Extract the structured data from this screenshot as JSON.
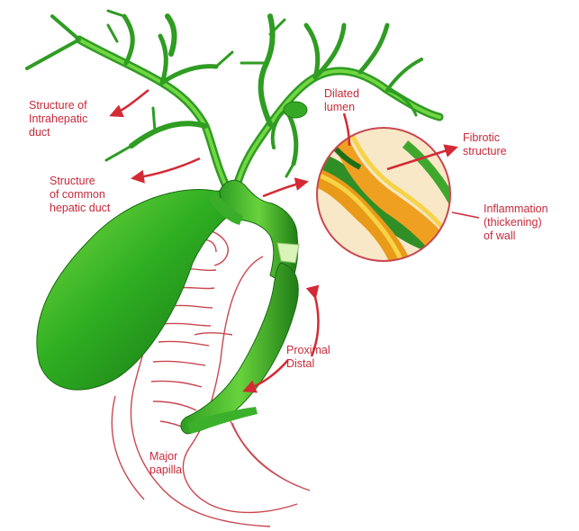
{
  "labels": {
    "intrahepatic": [
      "Structure of",
      "Intrahepatic",
      "duct"
    ],
    "common_hepatic": [
      "Structure",
      "of common",
      "hepatic duct"
    ],
    "dilated_lumen": [
      "Dilated",
      "lumen"
    ],
    "fibrotic": [
      "Fibrotic",
      "structure"
    ],
    "inflammation": [
      "Inflammation",
      "(thickening)",
      "of wall"
    ],
    "proximal_distal": [
      "Proximal",
      "Distal"
    ],
    "major_papilla": [
      "Major",
      "papilla"
    ]
  },
  "colors": {
    "label_red": "#c62a3a",
    "duct_green": "#3fbf2a",
    "duct_dark": "#1f7d16",
    "fibrotic_orange": "#f0a020",
    "fibrotic_yellow": "#f7d347",
    "outline_red": "#c9474f"
  }
}
